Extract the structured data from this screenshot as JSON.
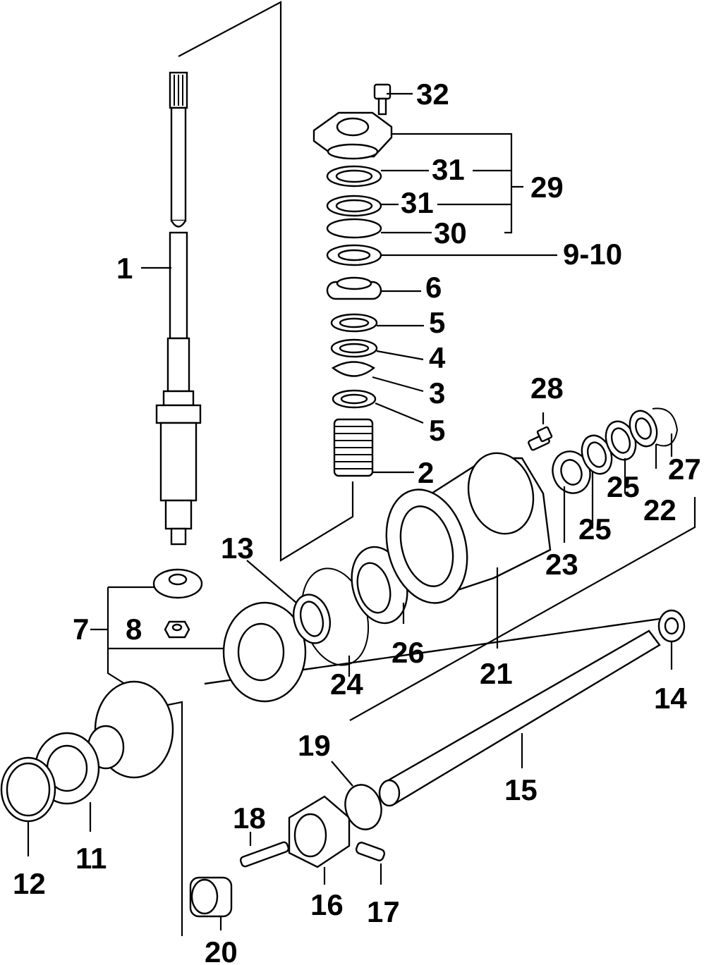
{
  "labels": {
    "l1": "1",
    "l2": "2",
    "l3": "3",
    "l4": "4",
    "l5a": "5",
    "l5b": "5",
    "l6": "6",
    "l7": "7",
    "l8": "8",
    "l9_10": "9-10",
    "l11": "11",
    "l12": "12",
    "l13": "13",
    "l14": "14",
    "l15": "15",
    "l16": "16",
    "l17": "17",
    "l18": "18",
    "l19": "19",
    "l20": "20",
    "l21": "21",
    "l22": "22",
    "l23": "23",
    "l24": "24",
    "l25a": "25",
    "l25b": "25",
    "l26": "26",
    "l27": "27",
    "l28": "28",
    "l29": "29",
    "l30": "30",
    "l31a": "31",
    "l31b": "31",
    "l32": "32"
  }
}
